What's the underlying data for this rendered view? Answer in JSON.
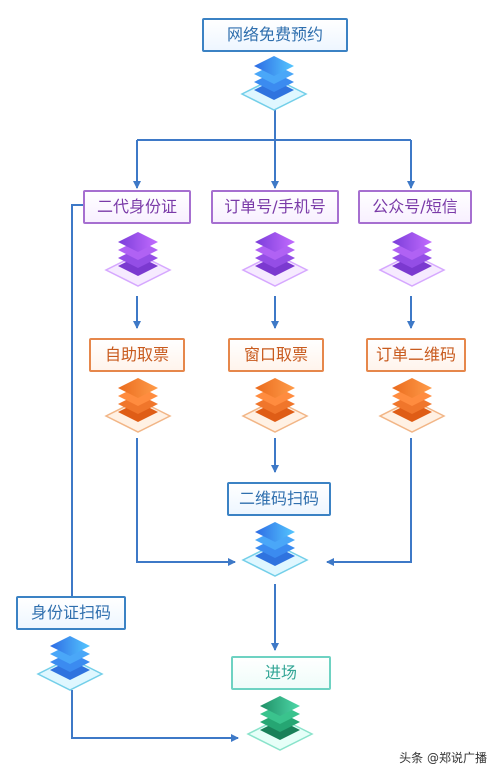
{
  "nodes": {
    "top": "网络免费预约",
    "id_card": "二代身份证",
    "order_phone": "订单号/手机号",
    "wechat_sms": "公众号/短信",
    "self_pickup": "自助取票",
    "window_pickup": "窗口取票",
    "order_qr": "订单二维码",
    "qr_scan": "二维码扫码",
    "id_scan": "身份证扫码",
    "entry": "进场"
  },
  "watermark": "头条 @郑说广播",
  "colors": {
    "line": "#3e79c7",
    "blue_node": "#3b82c4",
    "purple_node": "#a66fd0",
    "orange_node": "#e6874b",
    "teal_node": "#6ed2c2"
  },
  "icons": [
    "server-stack-icon-blue",
    "server-stack-icon-purple",
    "server-stack-icon-orange",
    "server-stack-icon-green"
  ]
}
